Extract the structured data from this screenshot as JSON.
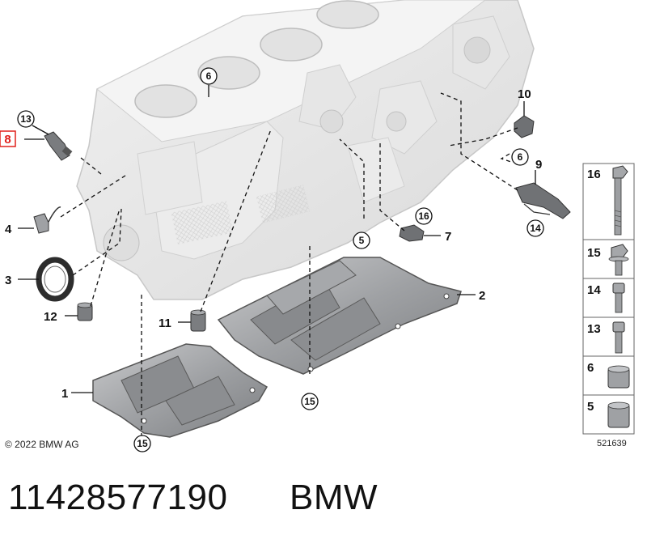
{
  "diagram": {
    "copyright": "© 2022 BMW AG",
    "figure_number": "521639",
    "labels": {
      "l1": "1",
      "l2": "2",
      "l3": "3",
      "l4": "4",
      "l5": "5",
      "l6": "6",
      "l7": "7",
      "l8": "8",
      "l9": "9",
      "l10": "10",
      "l11": "11",
      "l12": "12",
      "l13": "13",
      "l14": "14",
      "l15a": "15",
      "l15b": "15",
      "l16": "16",
      "l6b": "6"
    },
    "legend": [
      {
        "number": "16",
        "icon": "long-hex-bolt-icon"
      },
      {
        "number": "15",
        "icon": "flange-bolt-icon"
      },
      {
        "number": "14",
        "icon": "socket-head-screw-icon"
      },
      {
        "number": "13",
        "icon": "socket-head-screw-icon"
      },
      {
        "number": "6",
        "icon": "dowel-sleeve-icon"
      },
      {
        "number": "5",
        "icon": "dowel-sleeve-icon"
      }
    ],
    "highlight_color": "#e0201b"
  },
  "caption": {
    "part_number": "11428577190",
    "brand": "BMW"
  }
}
